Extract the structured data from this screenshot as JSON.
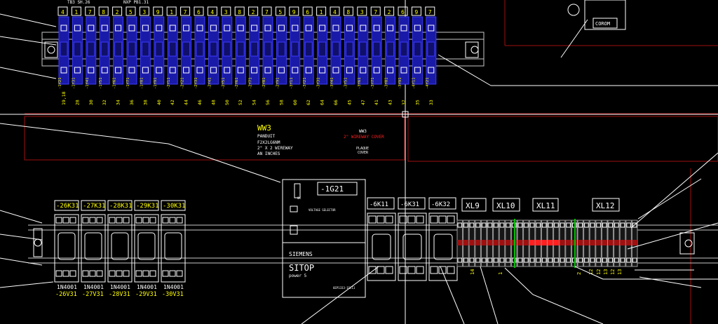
{
  "colors": {
    "background": "#000000",
    "rail": "#c8c8c8",
    "blue_terminal": "#1a1aa8",
    "blue_outline": "#3a3aff",
    "red": "#ff2020",
    "dark_red": "#a01010",
    "yellow": "#ffff00",
    "white": "#ffffff",
    "green": "#00c000",
    "gray": "#9a9a9a"
  },
  "top_strip": {
    "top_labels": [
      "4",
      "1",
      "7",
      "8",
      "2",
      "5",
      "3",
      "9",
      "1",
      "7",
      "6",
      "4",
      "3",
      "8",
      "2",
      "7",
      "5",
      "9",
      "6",
      "1",
      "4",
      "8",
      "3",
      "7",
      "2",
      "6",
      "9",
      "7"
    ],
    "wire_numbers": [
      "-1Y21",
      "-1Y31",
      "-1Y41",
      "-1Y51",
      "-1Y61",
      "-1Y71",
      "-1Y81",
      "-1Y91",
      "-2Y11",
      "-2Y21",
      "-2Y31",
      "-2Y41",
      "-2Y51",
      "-2Y61",
      "-2Y71",
      "-2Y81",
      "-2Y91",
      "-3Y11",
      "-3Y21",
      "-3Y31",
      "-3Y41",
      "-3Y51",
      "-3Y61",
      "-3Y71",
      "-3Y81",
      "-3Y91",
      "-4Y11",
      "-4Y21"
    ],
    "bottom_numbers": [
      "19,18",
      "28",
      "30",
      "32",
      "34",
      "36",
      "38",
      "40",
      "42",
      "44",
      "46",
      "48",
      "50",
      "52",
      "54",
      "56",
      "58",
      "60",
      "62",
      "64",
      "66",
      "45",
      "47",
      "41",
      "43",
      "37",
      "35",
      "33"
    ],
    "header_text": [
      "TB3  SH.26",
      "NXP  PB1.31"
    ]
  },
  "device_ww3": {
    "title": "WW3",
    "lines": [
      "PANDUIT",
      "F2X2LG6NM",
      "2\" X 2 WIREWAY",
      "AN   INCHES"
    ]
  },
  "red_note": {
    "title": "WW3",
    "line": "2\" WIREWAY COVER",
    "white_lines": [
      "PLAQUE",
      "COVER"
    ]
  },
  "relays_left": {
    "tags": [
      "-26K31",
      "-27K31",
      "-28K31",
      "-29K31",
      "-30K31"
    ],
    "diodes": [
      "1N4001",
      "1N4001",
      "1N4001",
      "1N4001",
      "1N4001"
    ],
    "diode_tags": [
      "-26V31",
      "-27V31",
      "-28V31",
      "-29V31",
      "-30V31"
    ]
  },
  "power_supply": {
    "tag": "-1G21",
    "brand": "SIEMENS",
    "model_line1": "SITOP",
    "model_line2": "power 5",
    "voltage_label": "VOLTAGE SELECTOR",
    "ok_label": "OK",
    "part_number": "6EP1333-1SL11"
  },
  "relays_right": {
    "tags": [
      "-6K11",
      "-6K31",
      "-6K32"
    ]
  },
  "xl_groups": {
    "tags": [
      "XL9",
      "XL10",
      "XL11",
      "XL12"
    ],
    "bottom_numbers": [
      "14",
      "1",
      "2",
      "12",
      "12",
      "13",
      "12",
      "13"
    ]
  },
  "top_right_device": {
    "label": "COROM"
  }
}
